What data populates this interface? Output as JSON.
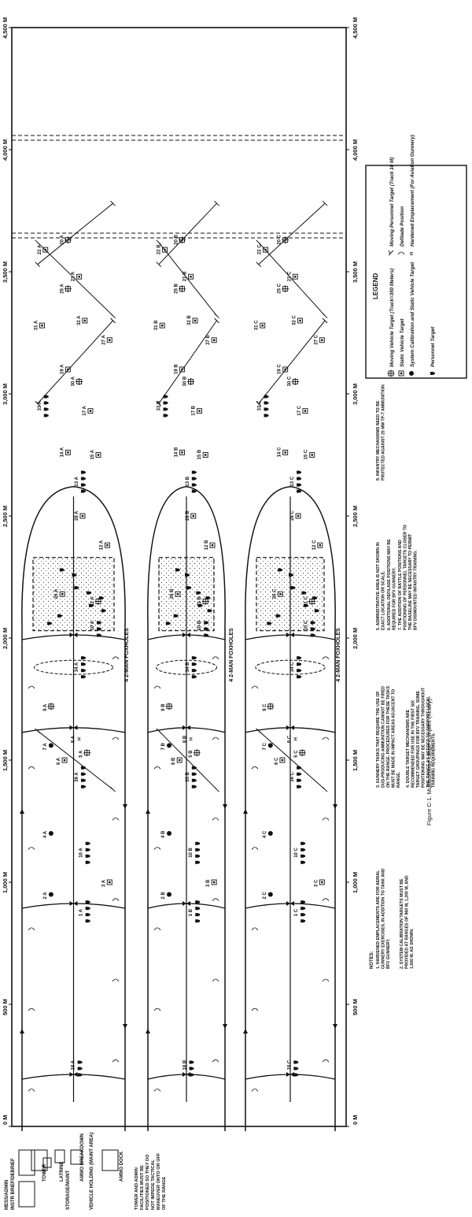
{
  "caption": "Figure C-1. Multipurpose range complex (heavy).",
  "scale_labels": [
    "0 M",
    "500 M",
    "1,000 M",
    "1,500 M",
    "2,000 M",
    "2,500 M",
    "3,000 M",
    "3,500 M",
    "4,000 M",
    "4,500 M"
  ],
  "foxholes_label": "4 2-MAN FOXHOLES",
  "lanes": [
    {
      "id": "A",
      "targets": [
        "18 A",
        "1 A",
        "2 A",
        "3 A",
        "10 A",
        "4 A",
        "36 A",
        "5 A",
        "6 A",
        "7 A",
        "8 A",
        "9 A",
        "34 A",
        "BP 1A",
        "10 A",
        "11 A",
        "26 A",
        "12 A",
        "28 A",
        "13 A",
        "15 A",
        "14 A",
        "17 A",
        "30 A",
        "33 A",
        "19 A",
        "27 A",
        "31 A",
        "32 A",
        "25 A",
        "21 A",
        "22 A",
        "20 A"
      ]
    },
    {
      "id": "B",
      "targets": [
        "18 B",
        "1 B",
        "2 B",
        "3 B",
        "10 B",
        "4 B",
        "35 B",
        "5 B",
        "6 B",
        "7 B",
        "8 B",
        "9 B",
        "34 B",
        "BP 1B",
        "10 B",
        "11 B",
        "26 B",
        "12 B",
        "28 B",
        "13 B",
        "15 B",
        "14 B",
        "17 B",
        "30 B",
        "33 B",
        "19 B",
        "27 B",
        "31 B",
        "32 B",
        "25 B",
        "21 B",
        "22 B",
        "20 B"
      ]
    },
    {
      "id": "C",
      "targets": [
        "18 C",
        "1 C",
        "2 C",
        "3 C",
        "10 C",
        "4 C",
        "36 C",
        "5 C",
        "6 C",
        "7 C",
        "8 C",
        "9 C",
        "34 C",
        "BP 1C",
        "10 C",
        "11 C",
        "26 C",
        "12 C",
        "28 C",
        "13 C",
        "15 C",
        "14 C",
        "17 C",
        "30 C",
        "33 C",
        "19 C",
        "27 C",
        "31 C",
        "32 C",
        "25 C",
        "21 C",
        "22 C",
        "20 C"
      ]
    }
  ],
  "notes_title": "NOTES:",
  "notes": [
    "1. HARDENED EMPLACEMENTS ARE FOR AERIAL GUNNERY EXERCISES, IN ADDITION TO TANK AND BFV GUNNERY.",
    "2. SYSTEM CALIBRATION TARGETS MUST BE PROVIDED AT RANGES OF 860 M, 1,200 M, AND 1,500 M, AS SHOWN.",
    "3. GUNNERY TASKS THAT REQUIRE THE USE OF DUD-PRODUCING AMMUNITION CANNOT BE FIRED ON THE RANGE. PROCEDURES FOR THESE TASKS MUST BE MADE IN IMPACT AREAS ADJACENT TO RANGE.",
    "4. DOUBLE TARGET MECHANISMS ARE RECOMMENDED FOR USE IN THE FIRST SIX TARGET GROUPINGS FOR BFV TRAINING. SOME POSITIONING MAY BE NECESSARY THROUGHOUT THE RANGE AS NEEDED TO SUPPORT LOCAL TRAINING REQUIREMENTS.",
    "5. ADMINISTRATIVE AREA IS NOT SHOWN IN EXACT LOCATION OR SCALE.",
    "6. ADDITIONAL DEFILADE POSITIONS MAY BE REQUIRED FOR BFV GUNNERY.",
    "7. THE ADDITION OF BATTLE POSITIONS AND POSITIONING OF PERSONNEL TARGETS CLOSER TO THE BASELINE MAY BE NECESSARY TO PERMIT BFV DISMOUNTED INFANTRY TRAINING.",
    "8. INFANTRY MECHANISMS NEED TO BE PROTECTED AGAINST 25 MM TP-T AMMUNITION"
  ],
  "legend": {
    "title": "LEGEND",
    "items": [
      {
        "symbol": "moving-vehicle",
        "label": "Moving Vehicle Target (Track=350 Meters)"
      },
      {
        "symbol": "static-vehicle",
        "label": "Static Vehicle Target"
      },
      {
        "symbol": "calibration",
        "label": "System Calibration and Static Vehicle Target"
      },
      {
        "symbol": "personnel",
        "label": "Personnel Target"
      },
      {
        "symbol": "moving-personnel",
        "label": "Moving Personnel Target (Track 10 M)"
      },
      {
        "symbol": "defilade",
        "label": "Defilade Position"
      },
      {
        "symbol": "hardened",
        "label": "Hardened Emplacement (For Aviation Gunnery)"
      }
    ]
  },
  "admin": {
    "tower": "TOWER",
    "instr": "INSTR BRIEF/DEBRIEF",
    "mess": "MESS/ADMIN",
    "latrine": "LATRINE",
    "storage": "STORAGE/MAINT",
    "ammo_breakdown": "AMMO BREAKDOWN",
    "vehicle_holding": "VEHICLE HOLDING (MAINT AREA)",
    "ammo_dock": "AMMO DOCK",
    "tower_note": "TOWER AND ADMIN FACILITIES MUST BE POSITIONED SO THEY DO NOT IMPEDE TACTICAL MANEUVER ONTO OR OFF OF THE RANGE"
  },
  "colors": {
    "ink": "#111111",
    "paper": "#ffffff"
  }
}
